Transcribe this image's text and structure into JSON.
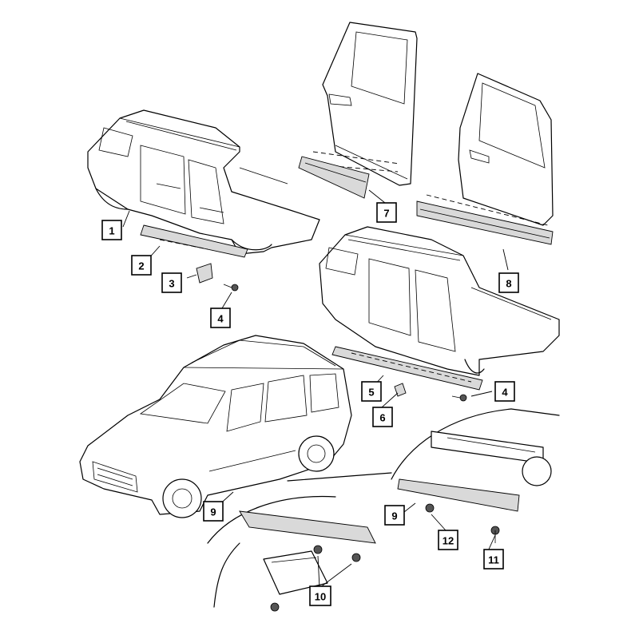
{
  "callouts": [
    {
      "id": "1",
      "label": "1"
    },
    {
      "id": "2",
      "label": "2"
    },
    {
      "id": "3",
      "label": "3"
    },
    {
      "id": "4a",
      "label": "4"
    },
    {
      "id": "4b",
      "label": "4"
    },
    {
      "id": "5",
      "label": "5"
    },
    {
      "id": "6",
      "label": "6"
    },
    {
      "id": "7",
      "label": "7"
    },
    {
      "id": "8",
      "label": "8"
    },
    {
      "id": "9a",
      "label": "9"
    },
    {
      "id": "9b",
      "label": "9"
    },
    {
      "id": "10",
      "label": "10"
    },
    {
      "id": "11",
      "label": "11"
    },
    {
      "id": "12",
      "label": "12"
    }
  ]
}
